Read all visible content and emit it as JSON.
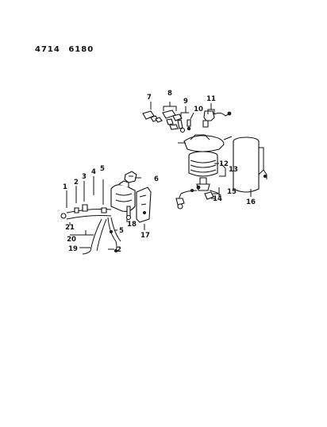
{
  "header": {
    "code_a": "4714",
    "code_b": "6180"
  },
  "callouts": {
    "c1": "1",
    "c2": "2",
    "c2b": "2",
    "c3": "3",
    "c4": "4",
    "c5": "5",
    "c5b": "5",
    "c6": "6",
    "c7": "7",
    "c8": "8",
    "c9": "9",
    "c10": "10",
    "c11": "11",
    "c12": "12",
    "c13": "13",
    "c14": "14",
    "c15": "15",
    "c16": "16",
    "c17": "17",
    "c18": "18",
    "c19": "19",
    "c20": "20",
    "c21": "21"
  }
}
